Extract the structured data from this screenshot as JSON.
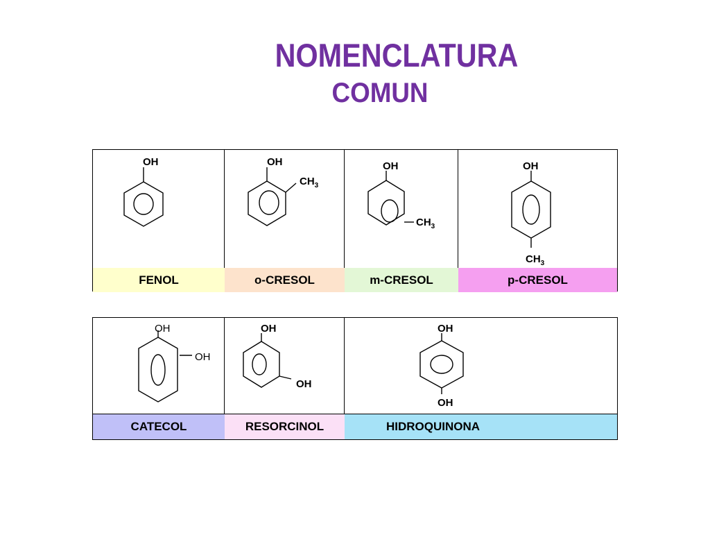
{
  "title": "NOMENCLATURA",
  "subtitle": "COMUN",
  "colors": {
    "title": "#7030a0",
    "fenol": "#ffffcc",
    "o_cresol": "#fde3cc",
    "m_cresol": "#e3f7d6",
    "p_cresol": "#f59ff0",
    "catecol": "#c0c0f8",
    "resorcinol": "#fbe0f6",
    "hidroquinona": "#a6e2f7"
  },
  "labels": {
    "oh": "OH",
    "ch": "CH",
    "three": "3"
  },
  "table1": {
    "fenol": "FENOL",
    "o_cresol": "o-CRESOL",
    "m_cresol": "m-CRESOL",
    "p_cresol": "p-CRESOL"
  },
  "table2": {
    "catecol": "CATECOL",
    "resorcinol": "RESORCINOL",
    "hidroquinona": "HIDROQUINONA"
  }
}
